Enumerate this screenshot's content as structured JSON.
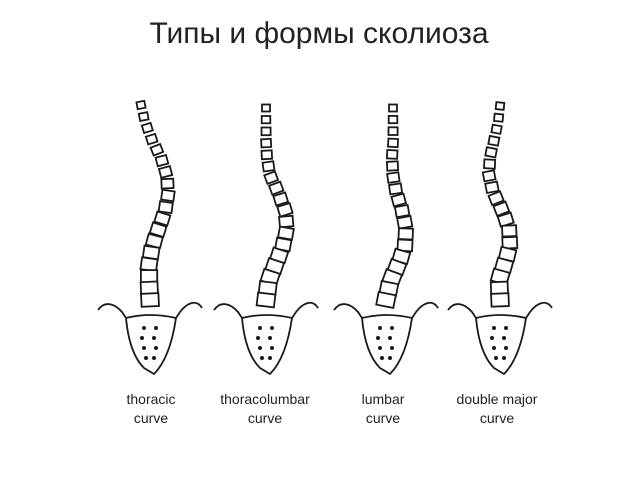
{
  "slide": {
    "title": "Типы и формы сколиоза"
  },
  "figure": {
    "panels": [
      {
        "id": "thoracic",
        "label_line1": "thoracic",
        "label_line2": "curve"
      },
      {
        "id": "thoracolumbar",
        "label_line1": "thoracolumbar",
        "label_line2": "curve"
      },
      {
        "id": "lumbar",
        "label_line1": "lumbar",
        "label_line2": "curve"
      },
      {
        "id": "double-major",
        "label_line1": "double major",
        "label_line2": "curve"
      }
    ],
    "colors": {
      "stroke": "#1a1a1a",
      "fill": "#ffffff",
      "text": "#222222"
    }
  }
}
